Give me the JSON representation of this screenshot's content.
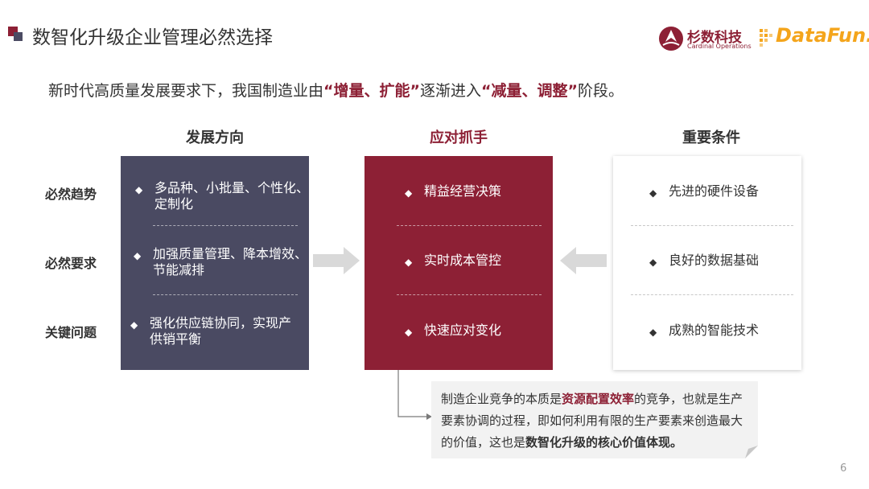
{
  "header": {
    "title": "数智化升级企业管理必然选择",
    "logo_primary_cn": "杉数科技",
    "logo_primary_en": "Cardinal Operations",
    "logo_secondary": "DataFun."
  },
  "subtitle": {
    "part1": "新时代高质量发展要求下，我国制造业由",
    "highlight1": "“增量、扩能”",
    "part2": "逐渐进入",
    "highlight2": "“减量、调整”",
    "part3": "阶段。"
  },
  "columns": {
    "left": {
      "title": "发展方向"
    },
    "middle": {
      "title": "应对抓手"
    },
    "right": {
      "title": "重要条件"
    }
  },
  "rows": [
    {
      "label": "必然趋势",
      "left": [
        "多品种、小批量、个性化、",
        "定制化"
      ],
      "middle": "精益经营决策",
      "right": "先进的硬件设备"
    },
    {
      "label": "必然要求",
      "left": [
        "加强质量管理、降本增效、",
        "节能减排"
      ],
      "middle": "实时成本管控",
      "right": "良好的数据基础"
    },
    {
      "label": "关键问题",
      "left": [
        "强化供应链协同，实现产",
        "供销平衡"
      ],
      "middle": "快速应对变化",
      "right": "成熟的智能技术"
    }
  ],
  "bullet_symbol": "◆",
  "note": {
    "part1": "制造企业竞争的本质是",
    "highlight": "资源配置效率",
    "part2": "的竞争，也就是生产要素协调的过程，即如何利用有限的生产要素来创造最大的价值，这也是",
    "bold": "数智化升级的核心价值体现。"
  },
  "page_number": "6",
  "colors": {
    "accent_red": "#8d2035",
    "navy": "#4a4a62",
    "logo_orange": "#f4a51c",
    "arrow_gray": "#d9d9d9"
  }
}
